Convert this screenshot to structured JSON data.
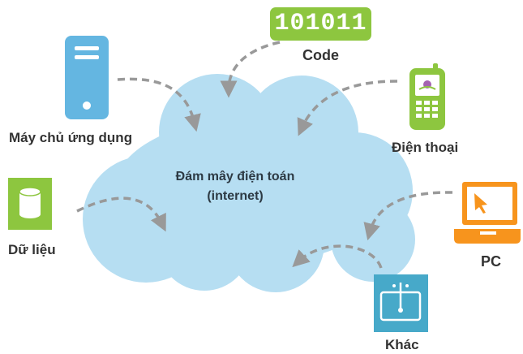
{
  "cloud": {
    "line1": "Đám mây điện toán",
    "line2": "(internet)"
  },
  "nodes": {
    "app_server": {
      "label": "Máy chủ ứng dụng",
      "icon": "server-icon"
    },
    "code": {
      "label": "Code",
      "badge": "101011",
      "icon": "binary-code-icon"
    },
    "phone": {
      "label": "Điện thoại",
      "icon": "mobile-phone-icon"
    },
    "data": {
      "label": "Dữ liệu",
      "icon": "database-icon"
    },
    "pc": {
      "label": "PC",
      "icon": "laptop-icon"
    },
    "other": {
      "label": "Khác",
      "icon": "device-icon"
    }
  },
  "colors": {
    "cloud": "#b6def2",
    "server": "#64b6e1",
    "green": "#8dc63f",
    "orange": "#f7941d",
    "teal": "#47a9c9",
    "arrow": "#999999"
  }
}
